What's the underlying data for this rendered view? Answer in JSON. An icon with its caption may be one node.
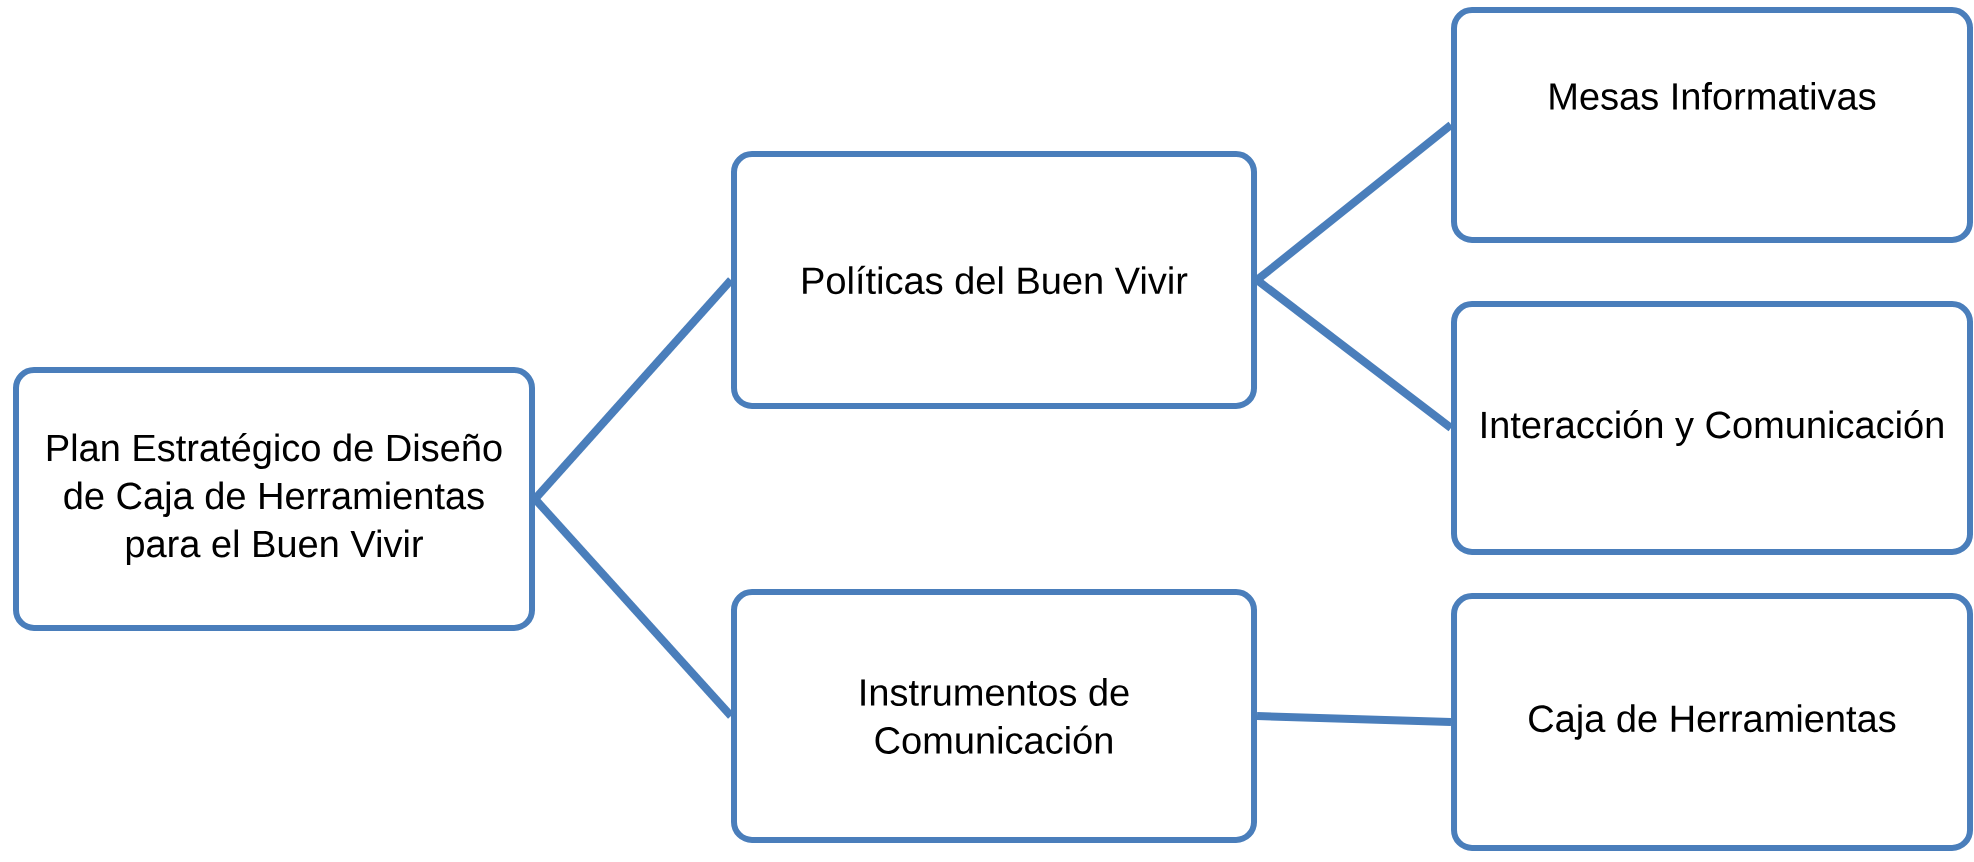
{
  "diagram": {
    "nodes": [
      {
        "text": [
          "Plan Estratégico de Diseño de Caja de Herramientas para el Buen Vivir"
        ]
      },
      {
        "text": [
          "Políticas del Buen Vivir"
        ]
      },
      {
        "text": [
          "Instrumentos de Comunicación"
        ]
      },
      {
        "text": [
          "Mesas Informativas"
        ]
      },
      {
        "text": [
          "Interacción y Comunicación"
        ]
      },
      {
        "text": [
          "Caja de Herramientas"
        ]
      }
    ],
    "edges": [
      {
        "from": 0,
        "to": 1,
        "arrow": "none"
      },
      {
        "from": 0,
        "to": 2,
        "arrow": "none"
      },
      {
        "from": 1,
        "to": 3,
        "arrow": "none"
      },
      {
        "from": 1,
        "to": 4,
        "arrow": "none"
      },
      {
        "from": 2,
        "to": 5,
        "arrow": "none"
      }
    ]
  }
}
